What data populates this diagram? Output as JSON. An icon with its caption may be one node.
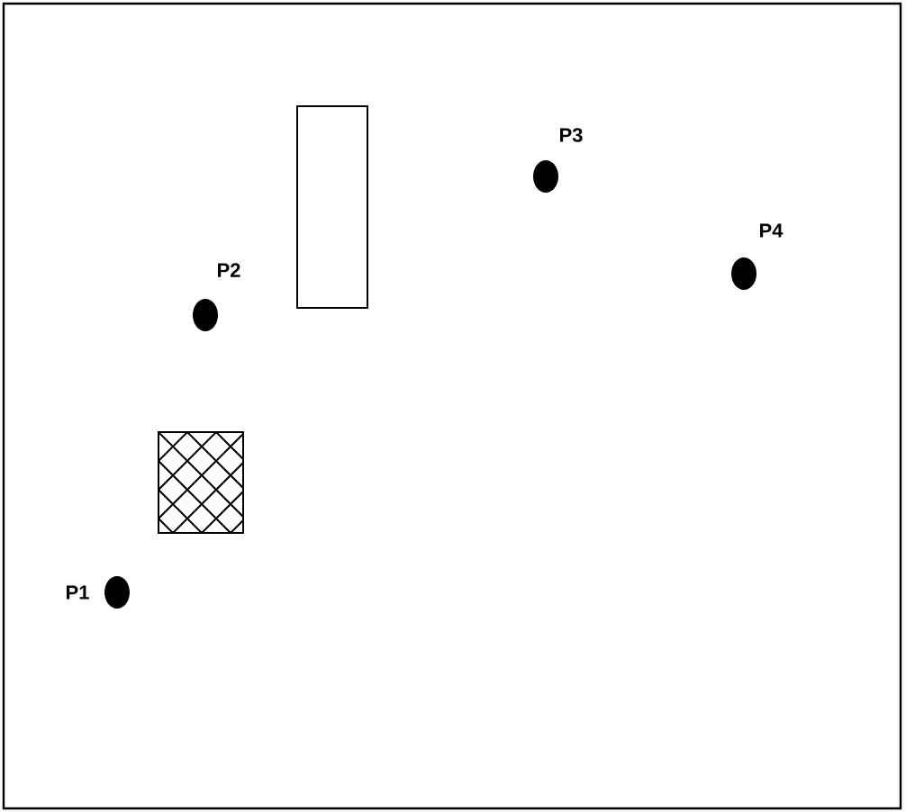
{
  "diagram": {
    "nodes": [
      {
        "text": [],
        "shape": "box"
      },
      {
        "text": [],
        "shape": "circle",
        "beside": [
          "P3"
        ]
      },
      {
        "text": [],
        "shape": "circle",
        "beside": [
          "P4"
        ]
      },
      {
        "text": [],
        "shape": "circle",
        "beside": [
          "P2"
        ]
      },
      {
        "text": [],
        "shape": "hatched-box"
      },
      {
        "text": [],
        "shape": "circle",
        "beside": [
          "P1"
        ]
      }
    ]
  }
}
